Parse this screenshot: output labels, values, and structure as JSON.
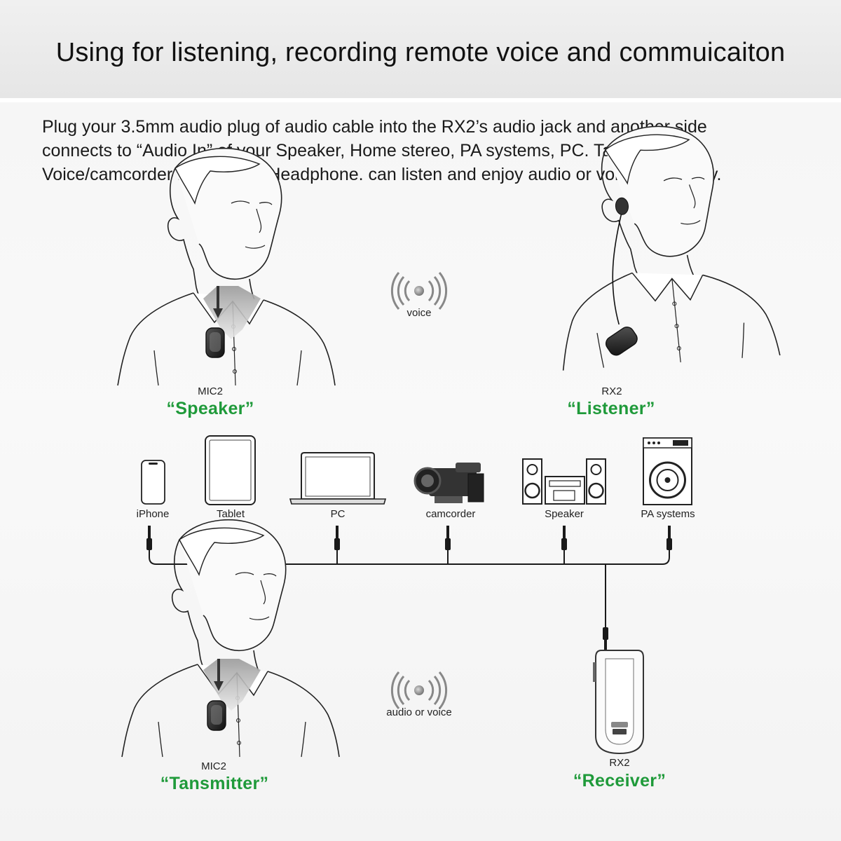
{
  "header": {
    "title": "Using for listening, recording remote voice and commuicaiton"
  },
  "description": {
    "line1": "Plug your 3.5mm audio plug of audio cable into the RX2’s audio jack and another side",
    "line2": "connects to “Audio In” of your Speaker, Home stereo, PA systems, PC. Table, iPhone,",
    "line3": "Voice/camcorder recorder or Headphone. can listen and enjoy audio or voice wirelessly."
  },
  "top_scene": {
    "speaker": {
      "model": "MIC2",
      "role": "“Speaker”"
    },
    "listener": {
      "model": "RX2",
      "role": "“Listener”"
    },
    "signal": {
      "icon": "wireless-signal-icon",
      "label": "voice"
    }
  },
  "devices": [
    {
      "icon": "iphone-icon",
      "label": "iPhone"
    },
    {
      "icon": "tablet-icon",
      "label": "Tablet"
    },
    {
      "icon": "laptop-icon",
      "label": "PC"
    },
    {
      "icon": "camcorder-icon",
      "label": "camcorder"
    },
    {
      "icon": "stereo-speaker-icon",
      "label": "Speaker"
    },
    {
      "icon": "pa-speaker-icon",
      "label": "PA systems"
    }
  ],
  "bottom_scene": {
    "transmitter": {
      "model": "MIC2",
      "role": "“Tansmitter”"
    },
    "receiver": {
      "model": "RX2",
      "role": "“Receiver”"
    },
    "signal": {
      "icon": "wireless-signal-icon",
      "label": "audio or voice"
    }
  },
  "colors": {
    "role_green": "#1f9a3a",
    "line": "#1a1a1a"
  }
}
